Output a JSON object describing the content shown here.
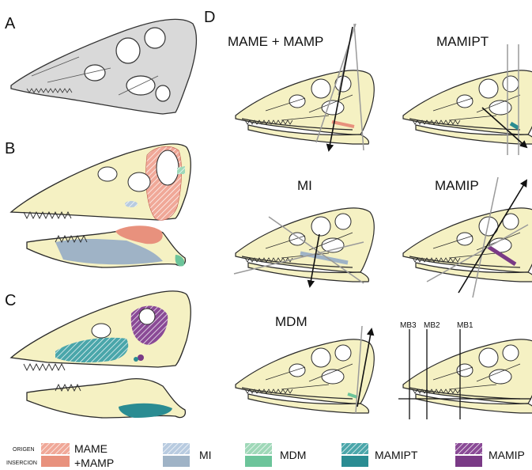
{
  "panels": {
    "a": "A",
    "b": "B",
    "c": "C",
    "d": "D"
  },
  "d_titles": [
    "MAME + MAMP",
    "MAMIPT",
    "MI",
    "MAMIP",
    "MDM"
  ],
  "mb_labels": [
    "MB3",
    "MB2",
    "MB1"
  ],
  "legend": {
    "origen": "ORIGEN",
    "insercion": "INSERCION",
    "items": [
      {
        "line1": "MAME",
        "line2": "+MAMP",
        "hatch": "#f0a898",
        "solid": "#e8917d"
      },
      {
        "line1": "MI",
        "line2": "",
        "hatch": "#b8cbe0",
        "solid": "#9fb3c6"
      },
      {
        "line1": "MDM",
        "line2": "",
        "hatch": "#9fd8b8",
        "solid": "#6cc49a"
      },
      {
        "line1": "MAMIPT",
        "line2": "",
        "hatch": "#4aa6aa",
        "solid": "#2a8c92"
      },
      {
        "line1": "MAMIP",
        "line2": "",
        "hatch": "#8a4a96",
        "solid": "#7a3a86"
      }
    ]
  },
  "colors": {
    "bone": "#f5f1c3",
    "outline": "#2a2a2a",
    "line_grey": "#9a9a9a"
  }
}
